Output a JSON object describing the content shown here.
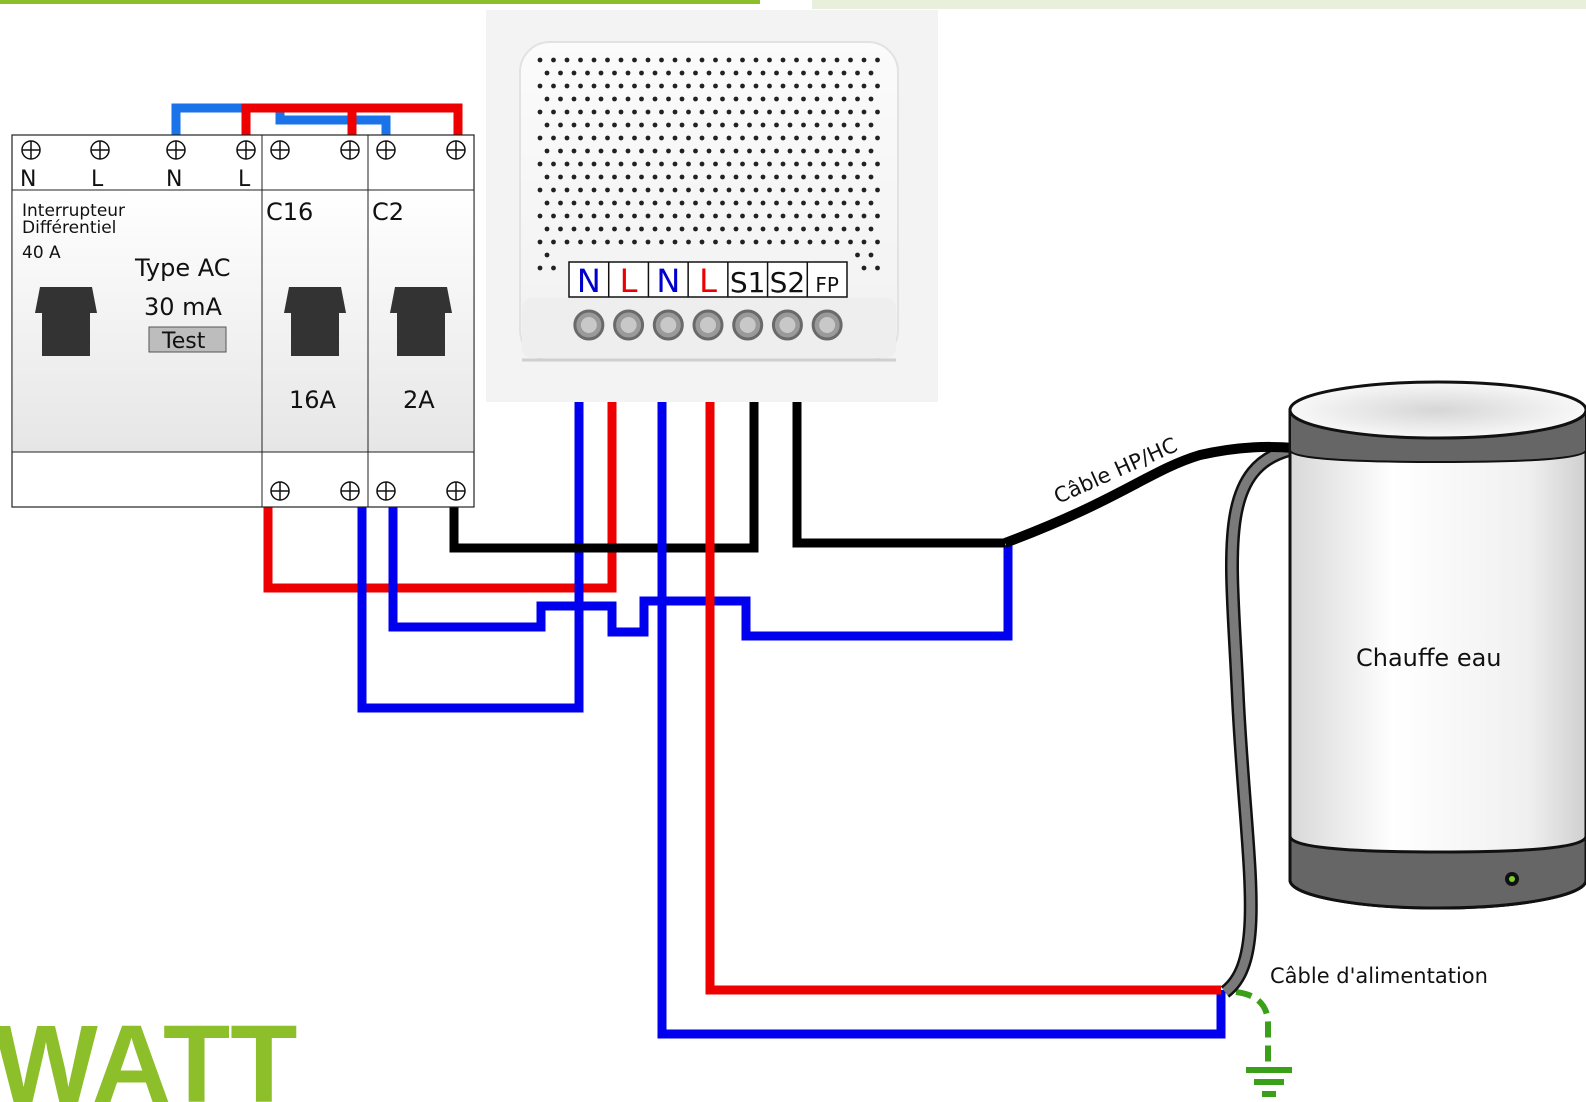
{
  "panel": {
    "top_terminals": [
      "N",
      "L",
      "N",
      "L"
    ],
    "rcd": {
      "title_line1": "Interrupteur",
      "title_line2": "Différentiel",
      "rating": "40 A",
      "type": "Type AC",
      "sensitivity": "30 mA",
      "test_label": "Test"
    },
    "breaker1": {
      "name": "C16",
      "rating": "16A"
    },
    "breaker2": {
      "name": "C2",
      "rating": "2A"
    }
  },
  "module": {
    "terminals": [
      {
        "label": "N",
        "color": "#0000cc"
      },
      {
        "label": "L",
        "color": "#ee0000"
      },
      {
        "label": "N",
        "color": "#0000cc"
      },
      {
        "label": "L",
        "color": "#ee0000"
      },
      {
        "label": "S1",
        "color": "#111111"
      },
      {
        "label": "S2",
        "color": "#111111"
      },
      {
        "label": "FP",
        "color": "#111111"
      }
    ]
  },
  "heater": {
    "label": "Chauffe eau"
  },
  "cables": {
    "hp_hc": "Câble HP/HC",
    "power": "Câble d'alimentation"
  },
  "brand": {
    "text": "WATT",
    "color": "#8dbf2a"
  },
  "colors": {
    "neutral": "#0000ee",
    "live": "#ee0000",
    "signal": "#000000",
    "earth": "#3aa01a",
    "accent_green": "#8dbf2a"
  }
}
